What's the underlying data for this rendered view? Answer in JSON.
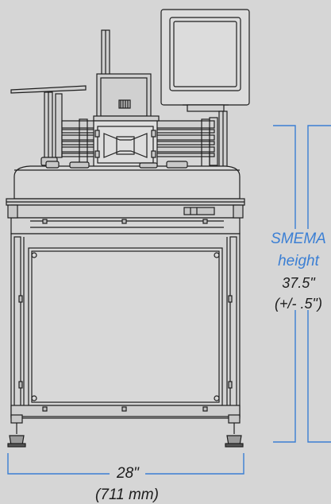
{
  "height_dimension": {
    "label_line1": "SMEMA",
    "label_line2": "height",
    "value": "37.5\"",
    "tolerance": "(+/- .5\")"
  },
  "width_dimension": {
    "value": "28\"",
    "metric": "(711 mm)"
  },
  "colors": {
    "background": "#d6d6d6",
    "drawing_lines": "#1e1e1e",
    "dimension_lines": "#3b7fd4",
    "label_accent": "#3b7fd4"
  }
}
